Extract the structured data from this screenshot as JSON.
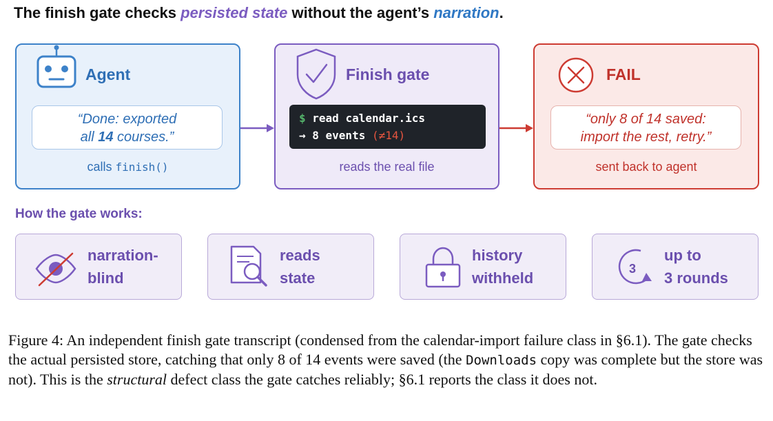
{
  "title": {
    "part1": "The finish gate checks ",
    "emphasis1": "persisted state",
    "part2": " without the agent’s ",
    "emphasis2": "narration",
    "part3": "."
  },
  "agent_box": {
    "title": "Agent",
    "quote_line1": "“Done:  exported",
    "quote_line2_pre": "all ",
    "quote_line2_bold": "14",
    "quote_line2_post": " courses.”",
    "caption_pre": "calls ",
    "caption_code": "finish()"
  },
  "gate_box": {
    "title": "Finish gate",
    "terminal_prompt": "$",
    "terminal_cmd": " read calendar.ics",
    "terminal_out_pre": "→ 8 events ",
    "terminal_out_neq": "(≠14)",
    "caption": "reads the real file"
  },
  "fail_box": {
    "title": "FAIL",
    "quote_line1": "“only 8 of 14 saved:",
    "quote_line2": "import the rest, retry.”",
    "caption": "sent back to agent"
  },
  "section_label": "How the gate works:",
  "cards": [
    {
      "line1": "narration-",
      "line2": "blind",
      "icon": "eye-slash-icon"
    },
    {
      "line1": "reads",
      "line2": "state",
      "icon": "document-search-icon"
    },
    {
      "line1": "history",
      "line2": "withheld",
      "icon": "lock-icon"
    },
    {
      "line1": "up to",
      "line2": "3 rounds",
      "icon": "retry-3-icon",
      "icon_text": "3"
    }
  ],
  "figure_caption": {
    "p1": "Figure 4: An independent finish gate transcript (condensed from the calendar-import failure class in §6.1). The gate checks the actual persisted store, catching that only 8 of 14 events were saved (the ",
    "code": "Downloads",
    "p2": " copy was complete but the store was not). This is the ",
    "italic": "structural",
    "p3": " defect class the gate catches reliably; §6.1 reports the class it does not."
  },
  "colors": {
    "agent": "#3d82c9",
    "gate": "#7b5cc0",
    "fail": "#cd3b32",
    "card_text": "#6b4fae"
  }
}
